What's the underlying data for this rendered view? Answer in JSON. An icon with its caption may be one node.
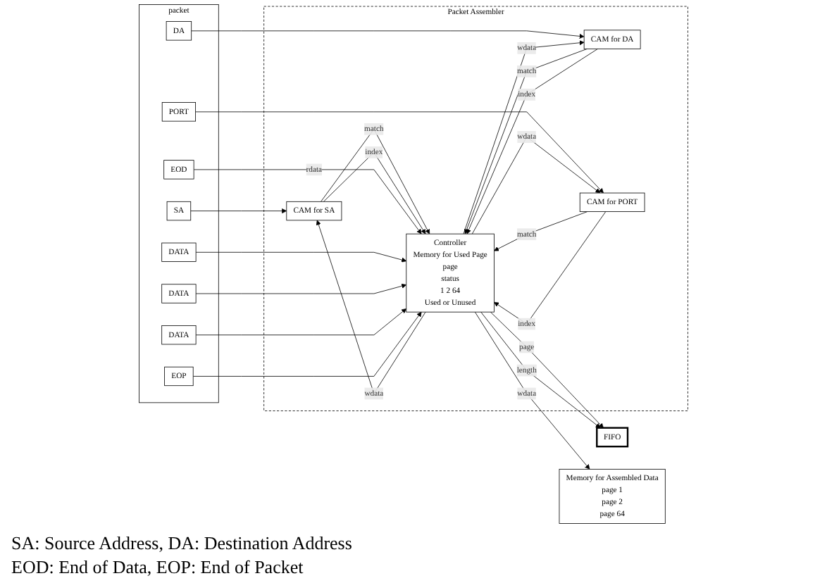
{
  "diagram": {
    "nodes": [
      {
        "text": [
          "packet"
        ]
      },
      {
        "text": [
          "SA"
        ],
        "in": 0
      },
      {
        "text": [
          "DA"
        ],
        "in": 0
      },
      {
        "text": [
          "PORT"
        ],
        "in": 0
      },
      {
        "text": [
          "EOD"
        ],
        "in": 0
      },
      {
        "text": [
          "DATA"
        ],
        "in": 0
      },
      {
        "text": [
          "DATA"
        ],
        "in": 0
      },
      {
        "text": [
          "DATA"
        ],
        "in": 0
      },
      {
        "text": [
          "EOP"
        ],
        "in": 0
      },
      {
        "text": [
          "Packet Assembler"
        ]
      },
      {
        "text": [
          "CAM for SA"
        ],
        "in": 9
      },
      {
        "text": [
          "CAM for DA"
        ],
        "in": 9
      },
      {
        "text": [
          "CAM for PORT"
        ],
        "in": 9
      },
      {
        "text": [
          "Controller",
          "Memory for Used Page",
          "page",
          "status",
          "1 2 64",
          "Used or Unused"
        ],
        "in": 9
      },
      {
        "text": [
          "FIFO"
        ]
      },
      {
        "text": [
          "Memory for Assembled Data",
          "page 1",
          "page 2",
          "page 64"
        ]
      }
    ],
    "edges": [
      {
        "from": 1,
        "to": 10,
        "arrow": "to"
      },
      {
        "from": 2,
        "to": 11,
        "arrow": "to"
      },
      {
        "from": 3,
        "to": 12,
        "arrow": "to"
      },
      {
        "from": 10,
        "to": 13,
        "label": "match",
        "arrow": "to"
      },
      {
        "from": 10,
        "to": 13,
        "label": "index",
        "arrow": "to"
      },
      {
        "from": 13,
        "to": 10,
        "label": "wdata",
        "arrow": "to"
      },
      {
        "from": 11,
        "to": 13,
        "label": "match",
        "arrow": "to"
      },
      {
        "from": 11,
        "to": 13,
        "label": "index",
        "arrow": "to"
      },
      {
        "from": 13,
        "to": 11,
        "label": "wdata",
        "arrow": "to"
      },
      {
        "from": 12,
        "to": 13,
        "label": "match",
        "arrow": "to"
      },
      {
        "from": 12,
        "to": 13,
        "label": "index",
        "arrow": "to"
      },
      {
        "from": 13,
        "to": 12,
        "label": "wdata",
        "arrow": "to"
      },
      {
        "from": 4,
        "to": 13,
        "label": "rdata",
        "arrow": "to"
      },
      {
        "from": 5,
        "to": 13,
        "arrow": "to"
      },
      {
        "from": 6,
        "to": 13,
        "arrow": "to"
      },
      {
        "from": 7,
        "to": 13,
        "arrow": "to"
      },
      {
        "from": 8,
        "to": 13,
        "arrow": "to"
      },
      {
        "from": 13,
        "to": 14,
        "label": "page",
        "arrow": "to"
      },
      {
        "from": 13,
        "to": 14,
        "label": "length",
        "arrow": "to"
      },
      {
        "from": 13,
        "to": 15,
        "label": "wdata",
        "arrow": "to"
      }
    ],
    "labels": [
      "SA: Source Address, DA: Destination Address",
      "EOD: End of Data, EOP: End of Packet"
    ]
  }
}
